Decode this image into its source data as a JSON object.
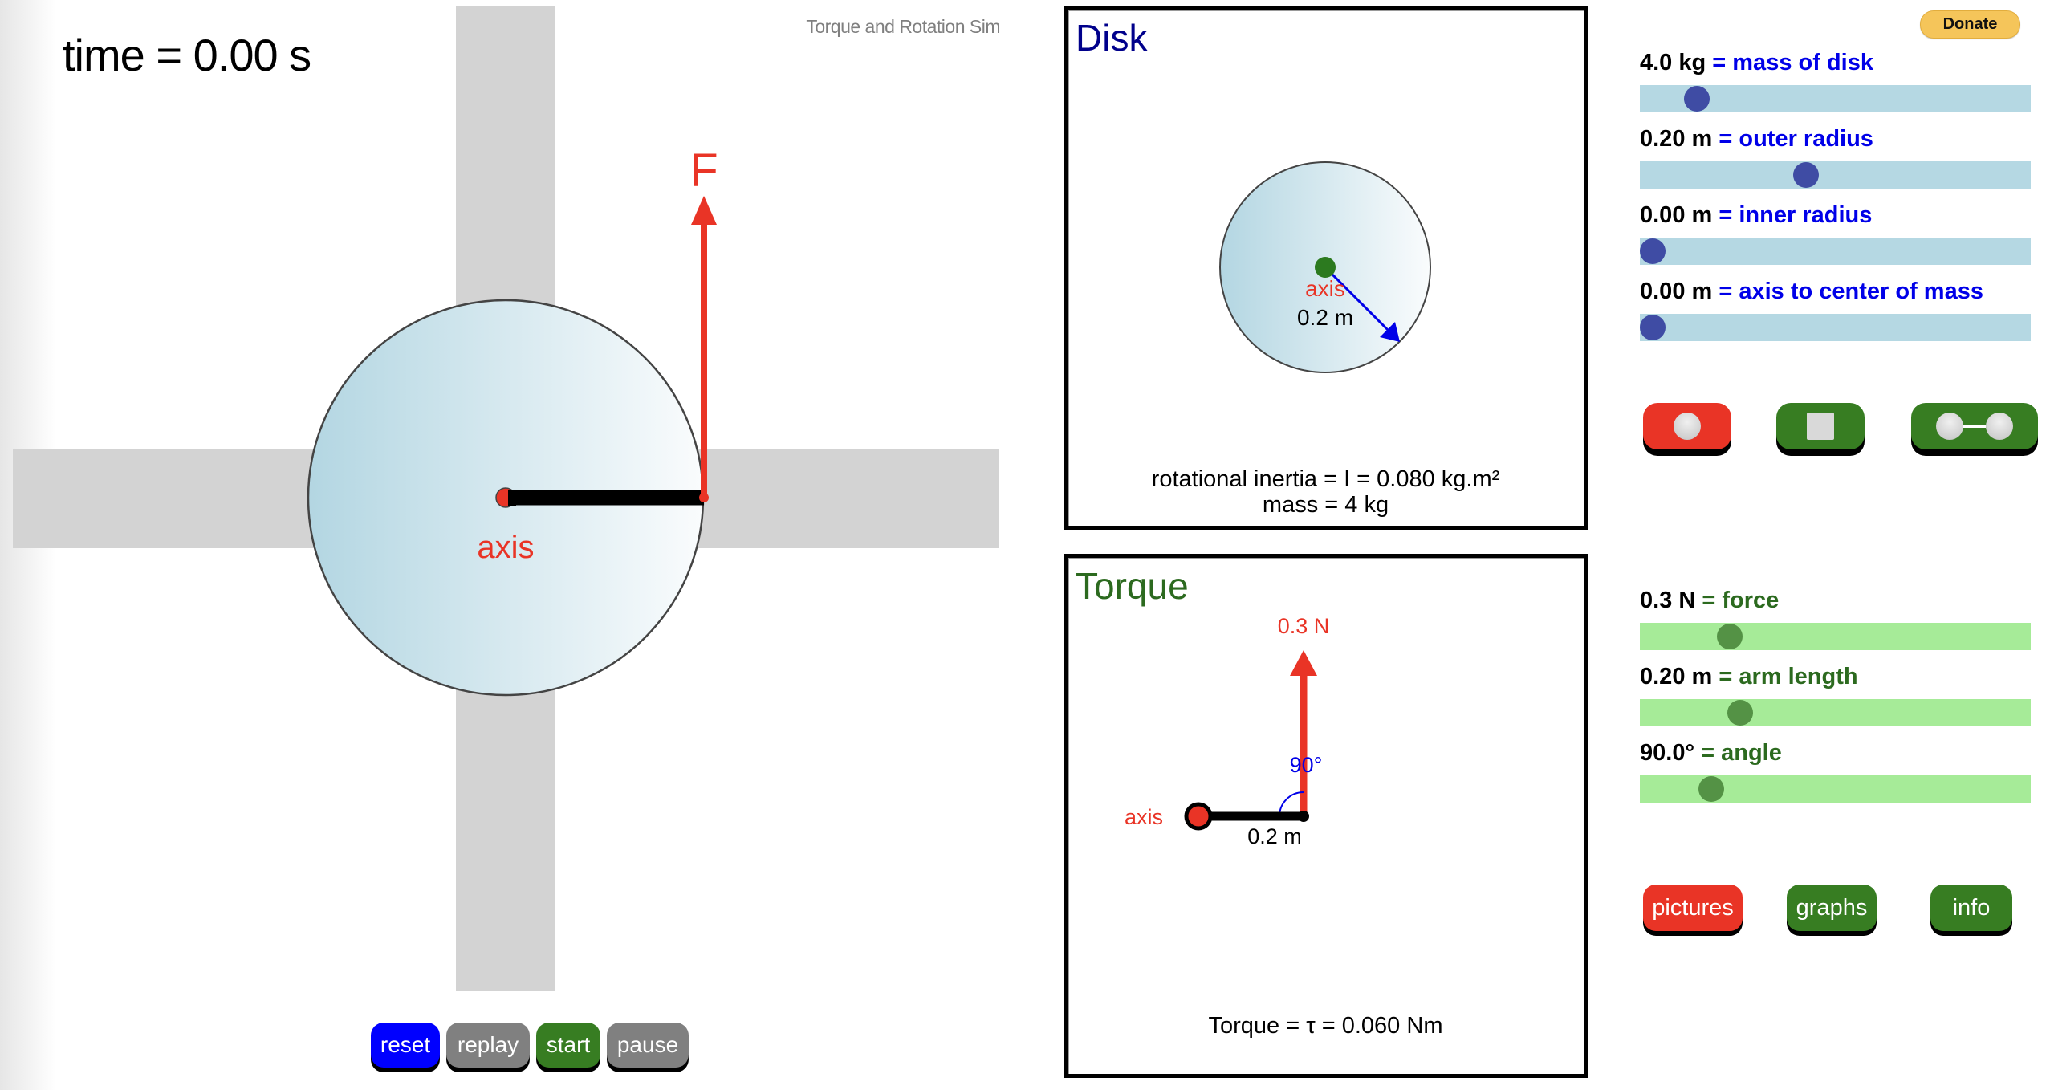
{
  "app": {
    "title": "Torque and Rotation Sim",
    "time_label": "time = 0.00 s"
  },
  "main_view": {
    "force_label": "F",
    "axis_label": "axis",
    "arm_angle_deg": 0,
    "force_angle_deg": 90
  },
  "playback": {
    "buttons": [
      {
        "id": "reset",
        "label": "reset",
        "color": "#0000ff"
      },
      {
        "id": "replay",
        "label": "replay",
        "color": "#808080"
      },
      {
        "id": "start",
        "label": "start",
        "color": "#377d22"
      },
      {
        "id": "pause",
        "label": "pause",
        "color": "#808080"
      }
    ]
  },
  "disk_panel": {
    "title": "Disk",
    "title_color": "#00008b",
    "axis_label": "axis",
    "radius_label": "0.2 m",
    "inertia_text": "rotational inertia = I = 0.080 kg.m²",
    "mass_text": "mass = 4 kg"
  },
  "torque_panel": {
    "title": "Torque",
    "title_color": "#2c6a1f",
    "force_label": "0.3 N",
    "angle_label": "90°",
    "axis_label": "axis",
    "arm_label": "0.2 m",
    "torque_text": "Torque = τ = 0.060 Nm"
  },
  "donate": {
    "label": "Donate"
  },
  "disk_sliders": [
    {
      "id": "mass",
      "value": "4.0 kg",
      "name": "= mass of disk",
      "fraction": 0.12
    },
    {
      "id": "outer-radius",
      "value": "0.20 m",
      "name": "= outer radius",
      "fraction": 0.42
    },
    {
      "id": "inner-radius",
      "value": "0.00 m",
      "name": "= inner radius",
      "fraction": 0.0
    },
    {
      "id": "axis-to-com",
      "value": "0.00 m",
      "name": "= axis to center of mass",
      "fraction": 0.0
    }
  ],
  "shape_buttons": [
    {
      "id": "disk-shape",
      "icon": "disk-icon",
      "color": "#e93426"
    },
    {
      "id": "square-shape",
      "icon": "square-icon",
      "color": "#377d22"
    },
    {
      "id": "dumbbell-shape",
      "icon": "dumbbell-icon",
      "color": "#377d22"
    }
  ],
  "force_sliders": [
    {
      "id": "force",
      "value": "0.3 N",
      "name": "= force",
      "fraction": 0.21
    },
    {
      "id": "arm-length",
      "value": "0.20 m",
      "name": "= arm length",
      "fraction": 0.24
    },
    {
      "id": "angle",
      "value": "90.0°",
      "name": "= angle",
      "fraction": 0.16
    }
  ],
  "view_buttons": [
    {
      "id": "pictures",
      "label": "pictures",
      "color": "#e93426"
    },
    {
      "id": "graphs",
      "label": "graphs",
      "color": "#377d22"
    },
    {
      "id": "info",
      "label": "info",
      "color": "#377d22"
    }
  ]
}
